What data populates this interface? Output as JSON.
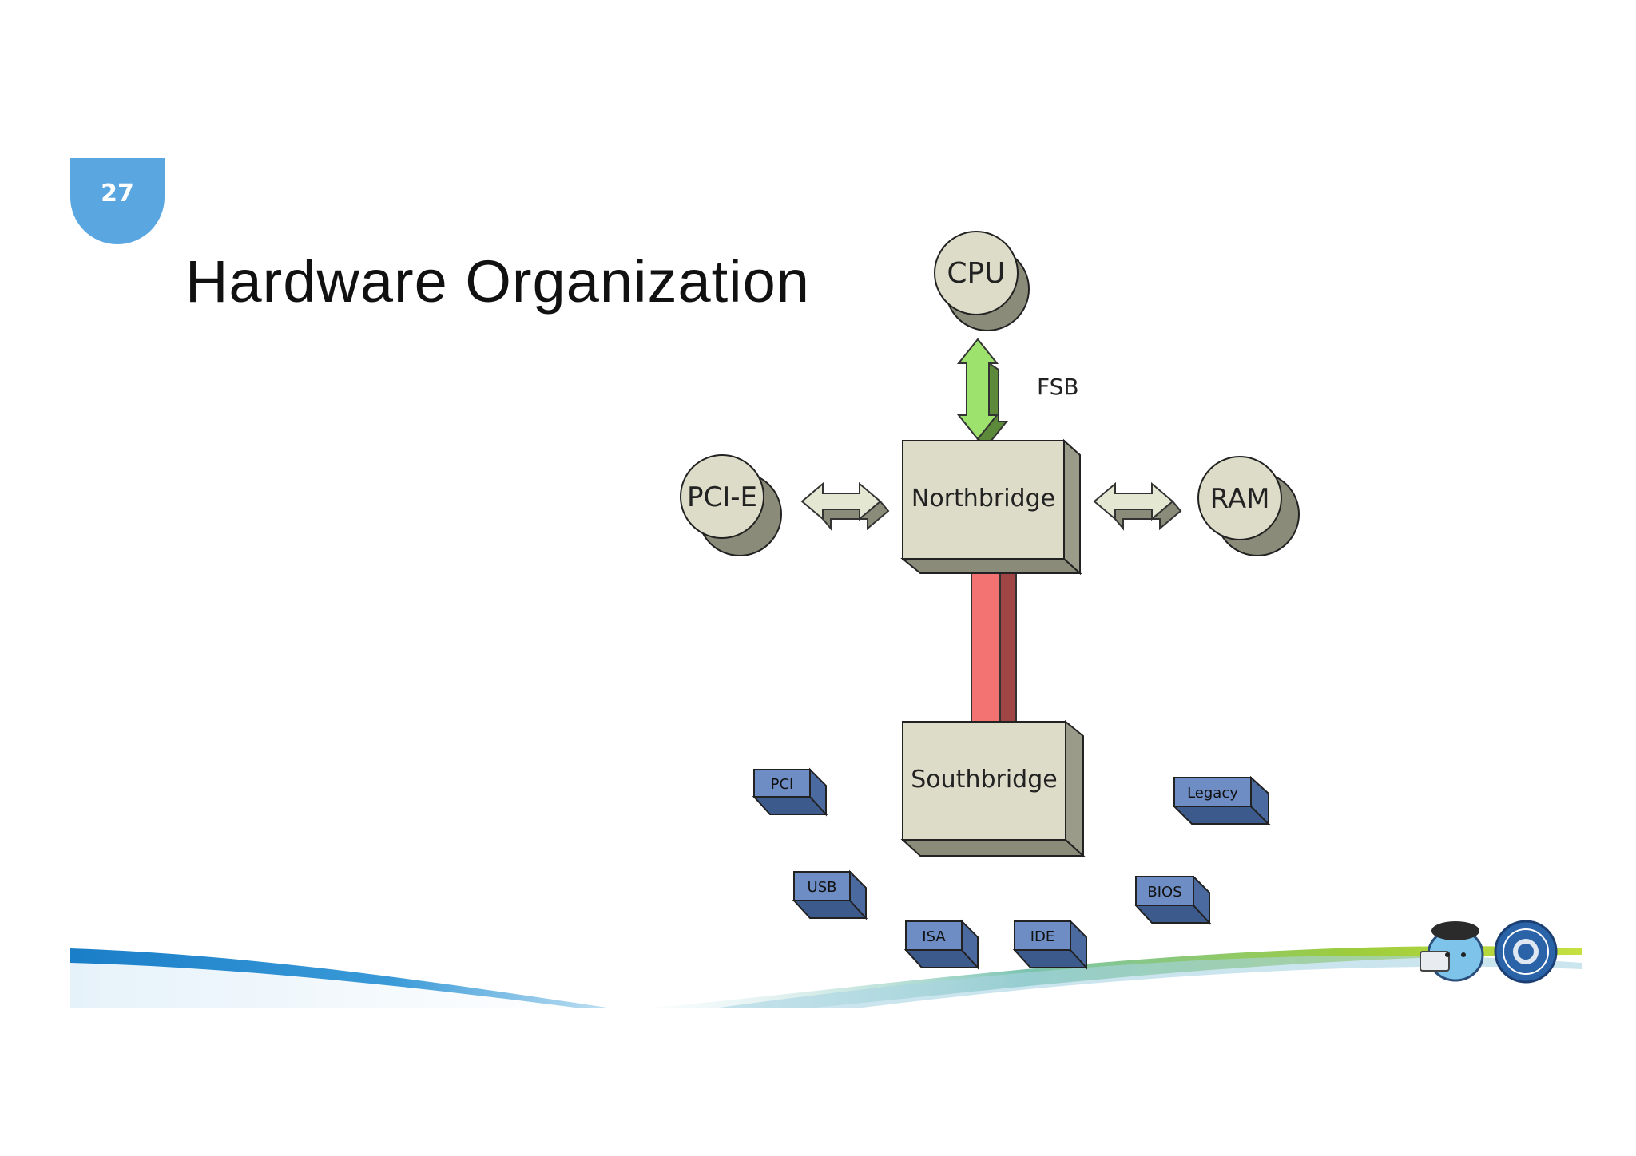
{
  "slide": {
    "page_number": "27",
    "title": "Hardware Organization"
  },
  "diagram": {
    "nodes": {
      "cpu": "CPU",
      "pcie": "PCI-E",
      "ram": "RAM",
      "northbridge": "Northbridge",
      "southbridge": "Southbridge",
      "pci": "PCI",
      "usb": "USB",
      "isa": "ISA",
      "ide": "IDE",
      "bios": "BIOS",
      "legacy": "Legacy"
    },
    "edges": {
      "fsb_label": "FSB"
    }
  },
  "colors": {
    "badge": "#5aa6e0",
    "chip_face": "#dcdcc8",
    "chip_side": "#8a8b78",
    "port_face": "#6d8dc4",
    "port_side": "#3d5a8c",
    "fsb_arrow": "#8fd46a",
    "internal_bus": "#f07070"
  }
}
